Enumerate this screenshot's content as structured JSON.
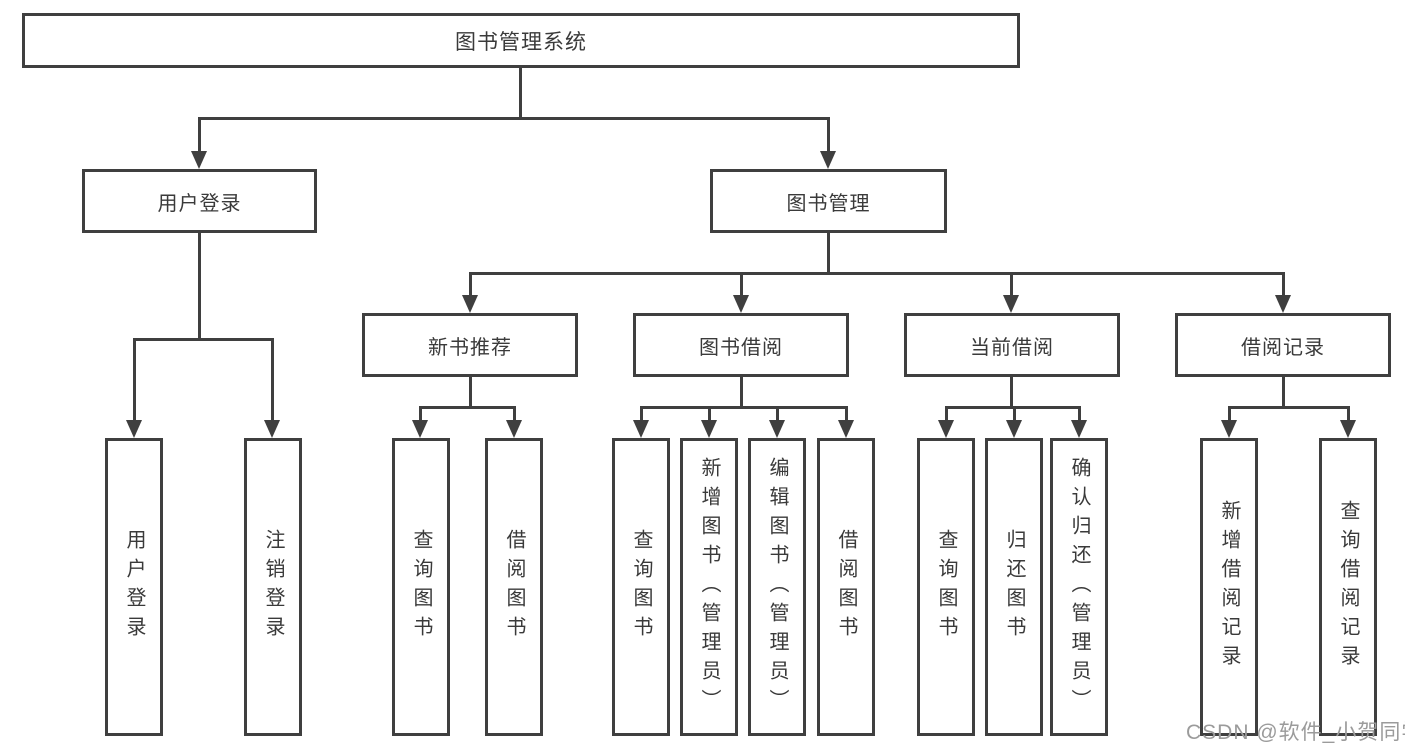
{
  "root": {
    "label": "图书管理系统"
  },
  "branches": {
    "user": {
      "label": "用户登录",
      "children": [
        "用户登录",
        "注销登录"
      ]
    },
    "book": {
      "label": "图书管理"
    }
  },
  "modules": [
    {
      "label": "新书推荐",
      "children": [
        "查询图书",
        "借阅图书"
      ]
    },
    {
      "label": "图书借阅",
      "children": [
        "查询图书",
        "新增图书（管理员）",
        "编辑图书（管理员）",
        "借阅图书"
      ]
    },
    {
      "label": "当前借阅",
      "children": [
        "查询图书",
        "归还图书",
        "确认归还（管理员）"
      ]
    },
    {
      "label": "借阅记录",
      "children": [
        "新增借阅记录",
        "查询借阅记录"
      ]
    }
  ],
  "watermark": {
    "text": "CSDN @软件_小贺同学"
  },
  "colors": {
    "line": "#3f3f3f",
    "box_border": "#3f3f3f",
    "text": "#3a3a3a",
    "background": "#ffffff",
    "watermark": "#9b9b9b"
  }
}
